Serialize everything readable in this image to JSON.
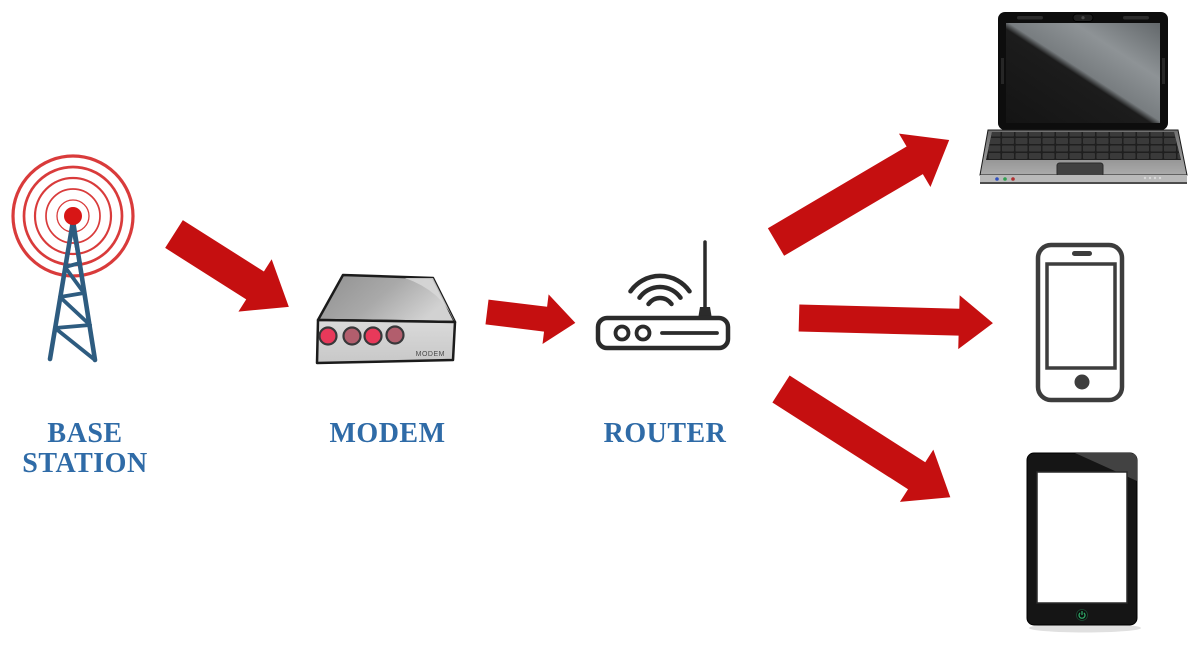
{
  "colors": {
    "arrow_red": "#c50f10",
    "label_blue": "#2f6ba7",
    "tower_blue": "#2e5c80",
    "wave_red": "#d93b3b",
    "dot_red": "#d81616",
    "led_bright": "#e8395a",
    "led_dim": "#b25e6d"
  },
  "nodes": {
    "base_station": {
      "label": "BASE\nSTATION",
      "icon": "cell-tower-icon"
    },
    "modem": {
      "label": "MODEM",
      "device_text": "MODEM",
      "icon": "modem-icon"
    },
    "router": {
      "label": "ROUTER",
      "icon": "router-icon"
    },
    "laptop": {
      "icon": "laptop-icon"
    },
    "smartphone": {
      "icon": "smartphone-icon"
    },
    "tablet": {
      "icon": "tablet-icon"
    }
  },
  "connections": [
    {
      "from": "base_station",
      "to": "modem"
    },
    {
      "from": "modem",
      "to": "router"
    },
    {
      "from": "router",
      "to": "laptop"
    },
    {
      "from": "router",
      "to": "smartphone"
    },
    {
      "from": "router",
      "to": "tablet"
    }
  ]
}
